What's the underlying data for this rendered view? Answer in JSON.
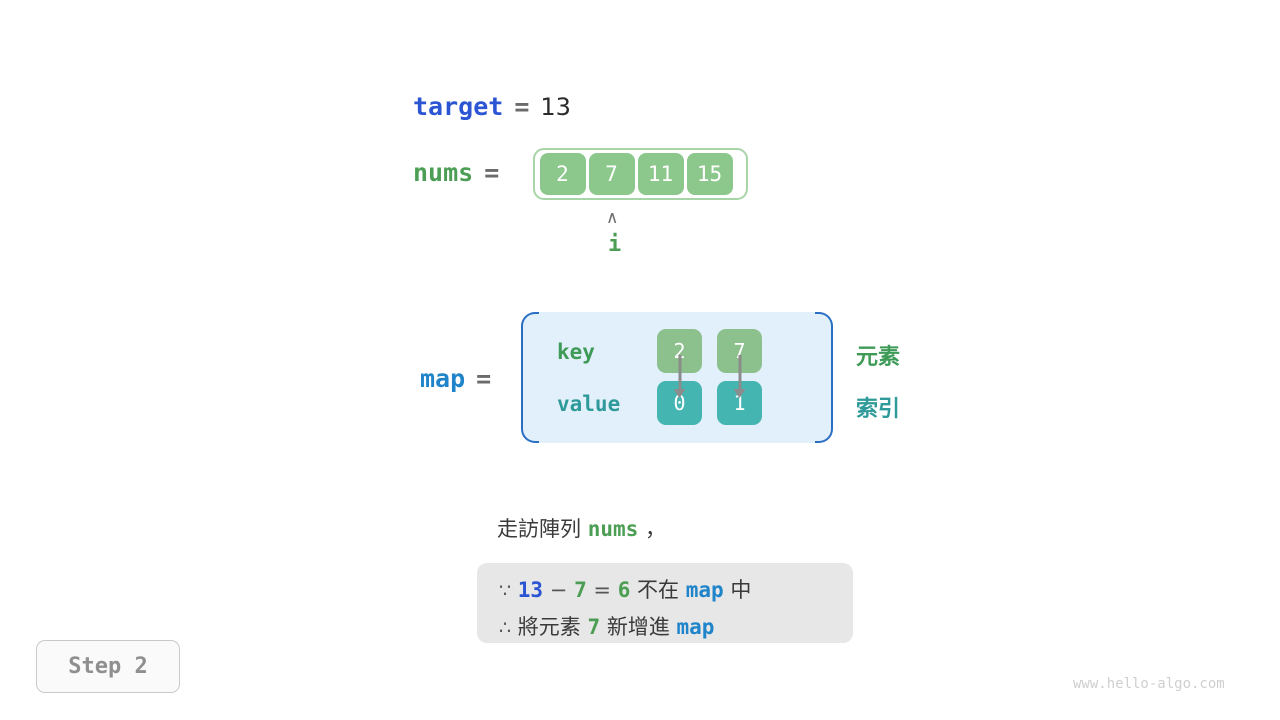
{
  "target": {
    "name": "target",
    "equals": "=",
    "value": "13"
  },
  "nums": {
    "name": "nums",
    "equals": "=",
    "cells": [
      "2",
      "7",
      "11",
      "15"
    ]
  },
  "pointer": {
    "caret": "∧",
    "label": "i",
    "index": 1
  },
  "map": {
    "name": "map",
    "equals": "=",
    "row_labels": {
      "key": "key",
      "value": "value"
    },
    "entries": [
      {
        "key": "2",
        "value": "0"
      },
      {
        "key": "7",
        "value": "1"
      }
    ],
    "side_labels": {
      "element": "元素",
      "index": "索引"
    }
  },
  "caption": {
    "prefix": "走訪陣列",
    "code": "nums",
    "suffix": "，"
  },
  "note": {
    "line1": {
      "sym": "∵",
      "a": "13",
      "minus": "−",
      "b": "7",
      "eq": "=",
      "result": "6",
      "text_mid": "不在",
      "code": "map",
      "text_end": "中"
    },
    "line2": {
      "sym": "∴",
      "text_start": "將元素",
      "num": "7",
      "text_mid": "新增進",
      "code": "map"
    }
  },
  "step_badge": "Step 2",
  "watermark": "www.hello-algo.com",
  "colors": {
    "target_blue": "#2c55d4",
    "nums_green": "#4d9e55",
    "map_blue": "#1f84c9",
    "cell_green": "#8cc78c",
    "cell_teal": "#45b5b2",
    "map_bg": "#e2f0fb",
    "map_border": "#2b6fc4",
    "note_bg": "#e7e7e7",
    "arrow_gray": "#8c8c8c"
  }
}
